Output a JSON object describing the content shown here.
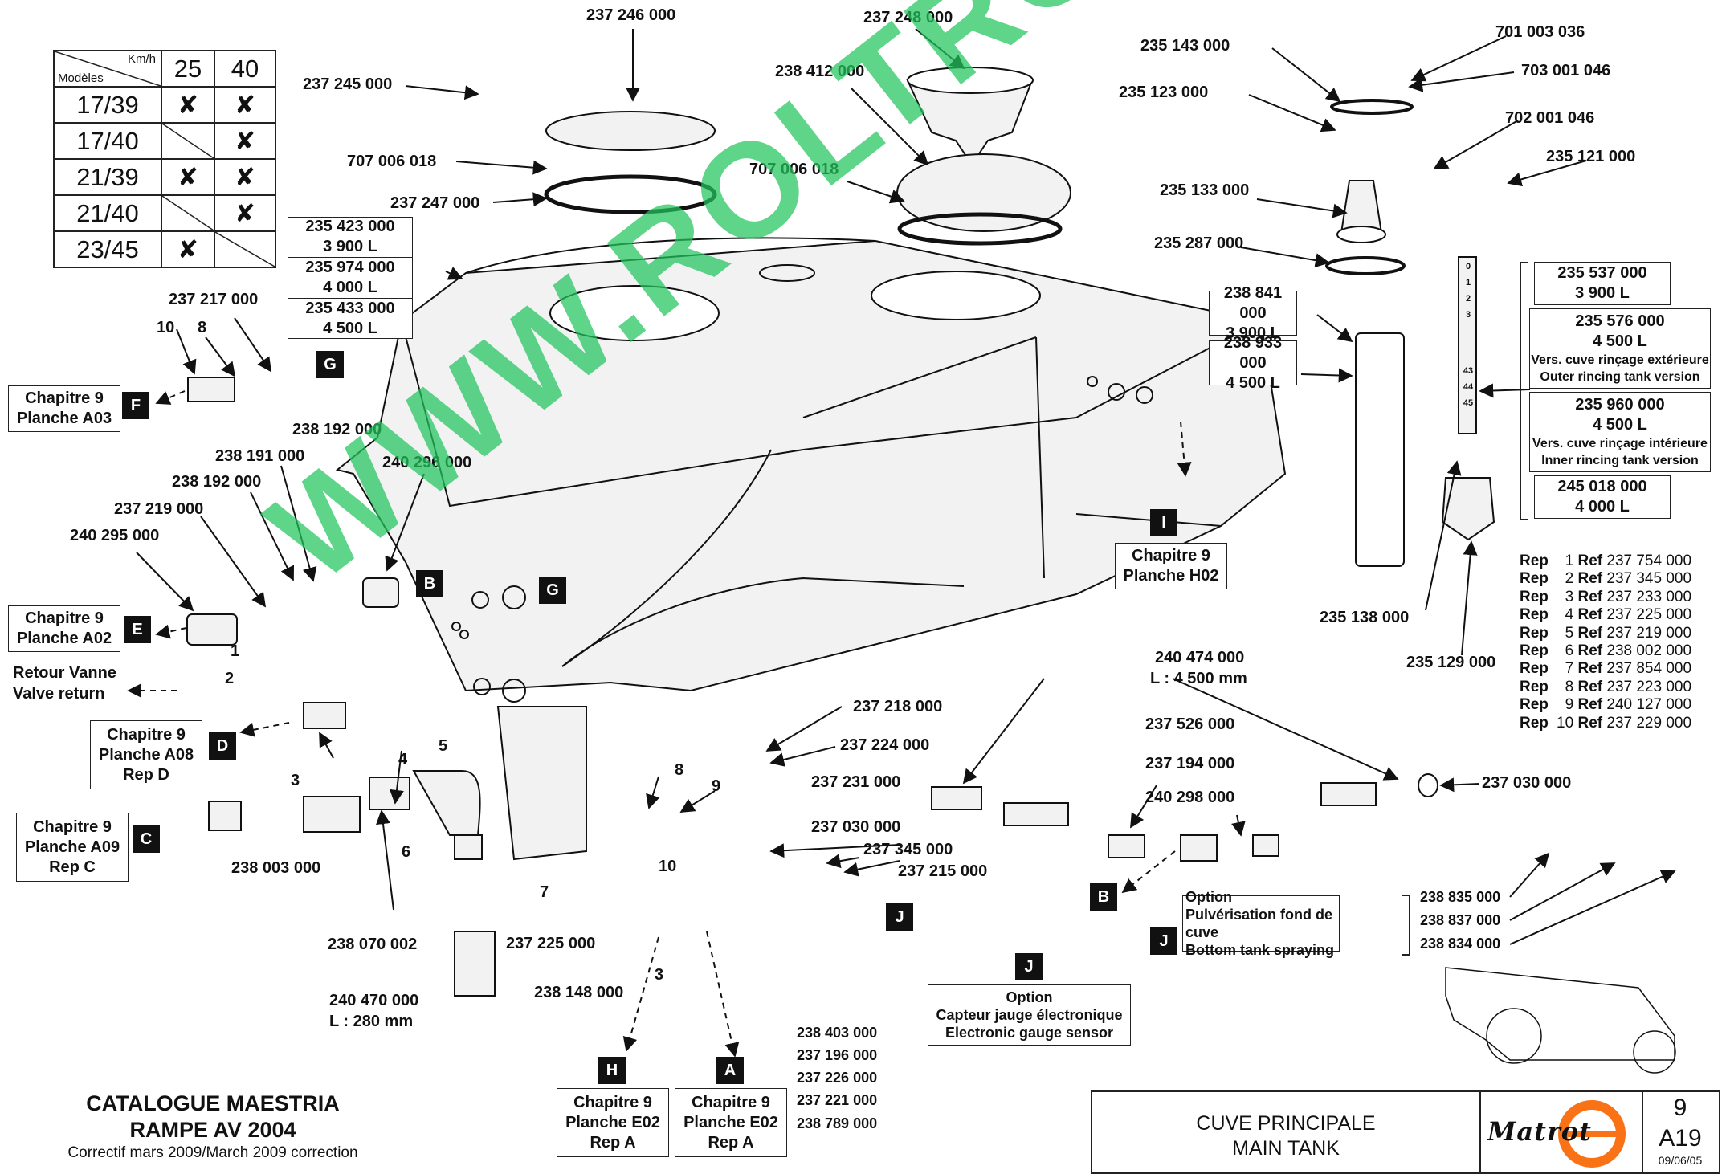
{
  "model_table": {
    "header_speed_label": "Km/h",
    "header_model_label": "Modèles",
    "speeds": [
      "25",
      "40"
    ],
    "rows": [
      {
        "model": "17/39",
        "marks": [
          "✘",
          "✘"
        ]
      },
      {
        "model": "17/40",
        "marks": [
          "",
          "✘"
        ]
      },
      {
        "model": "21/39",
        "marks": [
          "✘",
          "✘"
        ]
      },
      {
        "model": "21/40",
        "marks": [
          "",
          "✘"
        ]
      },
      {
        "model": "23/45",
        "marks": [
          "✘",
          ""
        ]
      }
    ]
  },
  "parts": [
    "237 246 000",
    "237 248 000",
    "237 245 000",
    "238 412 000",
    "707 006 018",
    "707 006 018",
    "237 247 000",
    "237 217 000",
    "10",
    "8",
    "238 192 000",
    "238 191 000",
    "238 192 000",
    "240 296 000",
    "237 219 000",
    "240 295 000",
    "1",
    "2",
    "3",
    "4",
    "5",
    "6",
    "238 003 000",
    "238 070 002",
    "7",
    "240 470 000",
    "L : 280 mm",
    "8",
    "9",
    "10",
    "237 225 000",
    "238 148 000",
    "3",
    "237 218 000",
    "237 224 000",
    "237 231 000",
    "237 030 000",
    "237 345 000",
    "237 215 000",
    "240 474 000",
    "L : 4 500 mm",
    "237 526 000",
    "237 194 000",
    "240 298 000",
    "237 030 000",
    "235 143 000",
    "701 003 036",
    "703 001 046",
    "235 123 000",
    "702 001 046",
    "235 121 000",
    "235 133 000",
    "235 287 000",
    "235 138 000",
    "235 129 000",
    "238 835 000",
    "238 837 000",
    "238 834 000",
    "238 403 000",
    "237 196 000",
    "237 226 000",
    "237 221 000",
    "238 789 000"
  ],
  "tank_refs": [
    {
      "ref": "235 423 000",
      "vol": "3 900 L"
    },
    {
      "ref": "235 974 000",
      "vol": "4 000 L"
    },
    {
      "ref": "235 433 000",
      "vol": "4 500 L"
    }
  ],
  "tube_refs": [
    {
      "ref": "238 841 000",
      "vol": "3 900 L"
    },
    {
      "ref": "238 933 000",
      "vol": "4 500 L"
    }
  ],
  "gauge_refs": {
    "r1": {
      "ref": "235 537 000",
      "vol": "3 900 L"
    },
    "r2": {
      "ref": "235 576 000",
      "vol": "4 500 L",
      "n1": "Vers. cuve rinçage extérieure",
      "n2": "Outer rincing tank version"
    },
    "r3": {
      "ref": "235 960 000",
      "vol": "4 500 L",
      "n1": "Vers. cuve rinçage intérieure",
      "n2": "Inner rincing tank version"
    },
    "r4": {
      "ref": "245 018 000",
      "vol": "4 000 L"
    }
  },
  "gauge_scale": [
    "0",
    "1",
    "2",
    "3",
    "43",
    "44",
    "45"
  ],
  "callouts": {
    "F": {
      "l1": "Chapitre 9",
      "l2": "Planche A03"
    },
    "E": {
      "l1": "Chapitre 9",
      "l2": "Planche A02"
    },
    "D": {
      "l1": "Chapitre 9",
      "l2": "Planche A08",
      "l3": "Rep D"
    },
    "C": {
      "l1": "Chapitre 9",
      "l2": "Planche A09",
      "l3": "Rep C"
    },
    "I": {
      "l1": "Chapitre 9",
      "l2": "Planche H02"
    },
    "H": {
      "l1": "Chapitre 9",
      "l2": "Planche E02",
      "l3": "Rep A"
    },
    "A": {
      "l1": "Chapitre 9",
      "l2": "Planche E02",
      "l3": "Rep A"
    }
  },
  "tags": {
    "F": "F",
    "G": "G",
    "B": "B",
    "E": "E",
    "D": "D",
    "C": "C",
    "I": "I",
    "J": "J",
    "H": "H",
    "A": "A"
  },
  "valve_return": {
    "fr": "Retour Vanne",
    "en": "Valve return"
  },
  "option_bottom": {
    "l1": "Option",
    "l2": "Pulvérisation fond de cuve",
    "l3": "Bottom tank spraying"
  },
  "option_gauge": {
    "l1": "Option",
    "l2": "Capteur jauge électronique",
    "l3": "Electronic gauge sensor"
  },
  "rep_list": [
    {
      "rep": "1",
      "ref": "237 754 000"
    },
    {
      "rep": "2",
      "ref": "237 345 000"
    },
    {
      "rep": "3",
      "ref": "237 233 000"
    },
    {
      "rep": "4",
      "ref": "237 225 000"
    },
    {
      "rep": "5",
      "ref": "237 219 000"
    },
    {
      "rep": "6",
      "ref": "238 002 000"
    },
    {
      "rep": "7",
      "ref": "237 854 000"
    },
    {
      "rep": "8",
      "ref": "237 223 000"
    },
    {
      "rep": "9",
      "ref": "240 127 000"
    },
    {
      "rep": "10",
      "ref": "237 229 000"
    }
  ],
  "rep_word": "Rep",
  "ref_word": "Ref",
  "catalogue": {
    "l1": "CATALOGUE MAESTRIA",
    "l2": "RAMPE AV 2004",
    "l3": "Correctif mars 2009/March 2009 correction"
  },
  "title_block": {
    "fr": "CUVE PRINCIPALE",
    "en": "MAIN TANK",
    "brand": "Matrot",
    "chapter": "9",
    "plate": "A19",
    "date": "09/06/05"
  },
  "watermark": "WWW.ROLTRONIK.PL",
  "colors": {
    "watermark": "#22c55e",
    "brand": "#f97316",
    "ink": "#111111"
  }
}
